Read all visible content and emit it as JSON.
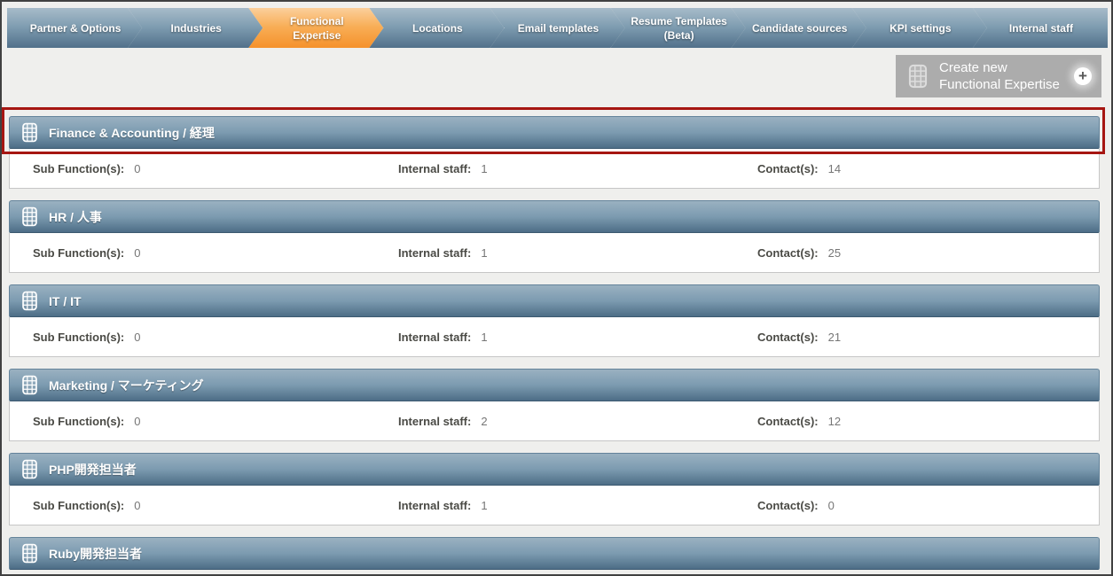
{
  "nav": {
    "tabs": [
      {
        "label": "Partner & Options",
        "active": false
      },
      {
        "label": "Industries",
        "active": false
      },
      {
        "label": "Functional Expertise",
        "active": true
      },
      {
        "label": "Locations",
        "active": false
      },
      {
        "label": "Email templates",
        "active": false
      },
      {
        "label": "Resume Templates (Beta)",
        "active": false
      },
      {
        "label": "Candidate sources",
        "active": false
      },
      {
        "label": "KPI settings",
        "active": false
      },
      {
        "label": "Internal staff",
        "active": false
      }
    ]
  },
  "create_button": {
    "line1": "Create new",
    "line2": "Functional Expertise",
    "plus_glyph": "+"
  },
  "labels": {
    "sub_functions": "Sub Function(s):",
    "internal_staff": "Internal staff:",
    "contacts": "Contact(s):"
  },
  "panels": [
    {
      "title": "Finance & Accounting / 経理",
      "highlighted": true,
      "stats": {
        "sub_functions": "0",
        "internal_staff": "1",
        "contacts": "14"
      }
    },
    {
      "title": "HR / 人事",
      "highlighted": false,
      "stats": {
        "sub_functions": "0",
        "internal_staff": "1",
        "contacts": "25"
      }
    },
    {
      "title": "IT / IT",
      "highlighted": false,
      "stats": {
        "sub_functions": "0",
        "internal_staff": "1",
        "contacts": "21"
      }
    },
    {
      "title": "Marketing / マーケティング",
      "highlighted": false,
      "stats": {
        "sub_functions": "0",
        "internal_staff": "2",
        "contacts": "12"
      }
    },
    {
      "title": "PHP開発担当者",
      "highlighted": false,
      "stats": {
        "sub_functions": "0",
        "internal_staff": "1",
        "contacts": "0"
      }
    },
    {
      "title": "Ruby開発担当者",
      "highlighted": false,
      "stats": null
    }
  ],
  "colors": {
    "tab_blue_top": "#a7bbc9",
    "tab_blue_bottom": "#51708a",
    "tab_active_top": "#fbcf9c",
    "tab_active_bottom": "#f5912b",
    "header_top": "#9ab1c1",
    "header_bottom": "#4d6d86",
    "create_button_bg": "#acacac",
    "highlight_red": "#a61612",
    "page_bg": "#efefed"
  }
}
